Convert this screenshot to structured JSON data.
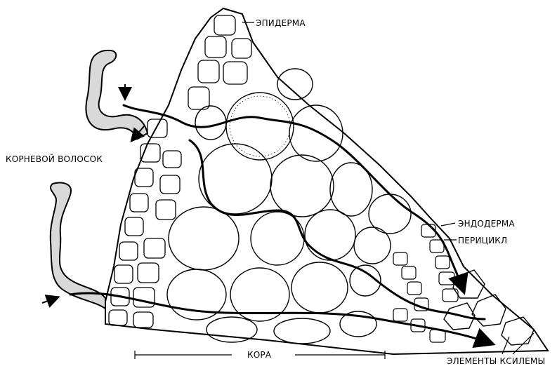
{
  "labels": {
    "epidermis": "ЭПИДЕРМА",
    "root_hair": "КОРНЕВОЙ ВОЛОСОК",
    "endodermis": "ЭНДОДЕРМА",
    "pericycle": "ПЕРИЦИКЛ",
    "cortex": "КОРА",
    "xylem": "ЭЛЕМЕНТЫ КСИЛЕМЫ"
  },
  "colors": {
    "ink": "#000000",
    "paper": "#ffffff",
    "hair_fill": "#d9d9d9"
  }
}
